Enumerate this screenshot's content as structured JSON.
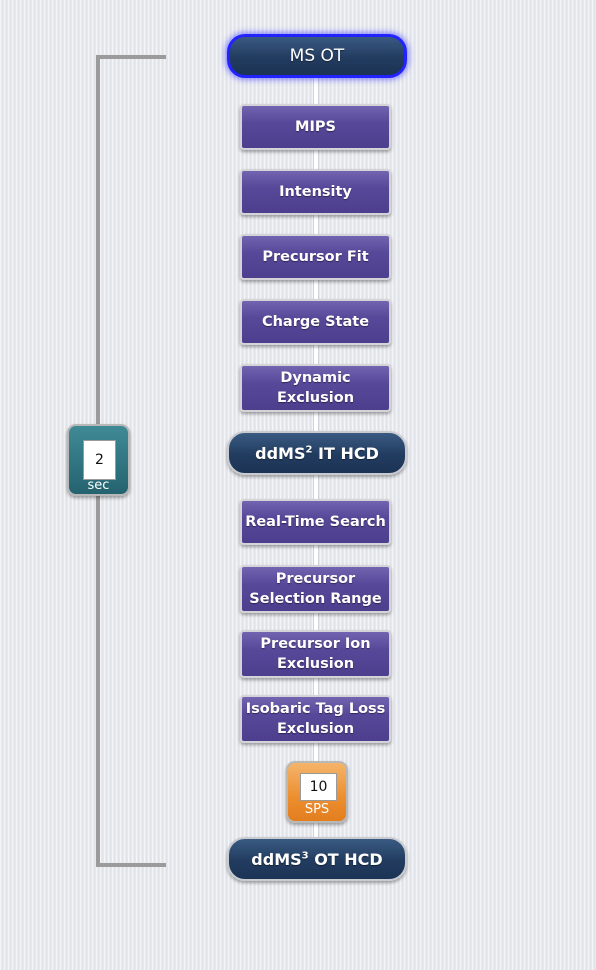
{
  "method_tree": {
    "cycle_time": {
      "value": "2",
      "unit": "sec"
    },
    "sps": {
      "value": "10",
      "unit": "SPS"
    },
    "nodes": [
      {
        "label": "MS OT",
        "kind": "scan",
        "active": true
      },
      {
        "label": "MIPS",
        "kind": "filter"
      },
      {
        "label": "Intensity",
        "kind": "filter"
      },
      {
        "label": "Precursor Fit",
        "kind": "filter"
      },
      {
        "label": "Charge State",
        "kind": "filter"
      },
      {
        "label": "Dynamic\nExclusion",
        "kind": "filter"
      },
      {
        "label_prefix": "ddMS",
        "label_sup": "2",
        "label_suffix": " IT HCD",
        "kind": "scan"
      },
      {
        "label": "Real-Time Search",
        "kind": "filter"
      },
      {
        "label": "Precursor\nSelection Range",
        "kind": "filter"
      },
      {
        "label": "Precursor Ion\nExclusion",
        "kind": "filter"
      },
      {
        "label": "Isobaric Tag Loss\nExclusion",
        "kind": "filter"
      },
      {
        "label_prefix": "ddMS",
        "label_sup": "3",
        "label_suffix": " OT HCD",
        "kind": "scan"
      }
    ]
  },
  "colors": {
    "scan": "#223c60",
    "filter": "#574899",
    "cycle_badge": "#24636f",
    "sps_badge": "#ec8e2f",
    "active_outline": "#2323ff",
    "bracket": "#9b9b9b"
  }
}
